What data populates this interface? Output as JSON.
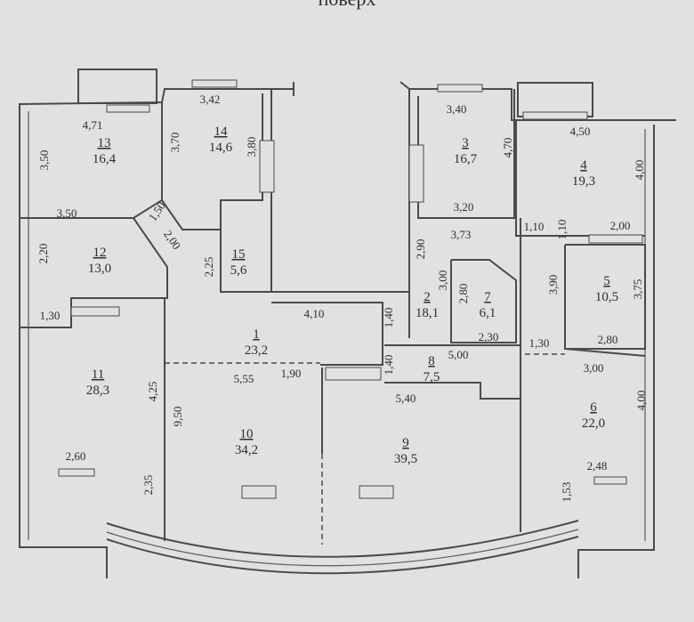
{
  "title": "поверх",
  "rooms": [
    {
      "number": "13",
      "area": "16,4"
    },
    {
      "number": "14",
      "area": "14,6"
    },
    {
      "number": "3",
      "area": "16,7"
    },
    {
      "number": "4",
      "area": "19,3"
    },
    {
      "number": "12",
      "area": "13,0"
    },
    {
      "number": "15",
      "area": "5,6"
    },
    {
      "number": "2",
      "area": "18,1"
    },
    {
      "number": "7",
      "area": "6,1"
    },
    {
      "number": "5",
      "area": "10,5"
    },
    {
      "number": "1",
      "area": "23,2"
    },
    {
      "number": "8",
      "area": "7,5"
    },
    {
      "number": "11",
      "area": "28,3"
    },
    {
      "number": "10",
      "area": "34,2"
    },
    {
      "number": "9",
      "area": "39,5"
    },
    {
      "number": "6",
      "area": "22,0"
    }
  ],
  "dimensions": [
    "4,71",
    "3,42",
    "3,50",
    "3,70",
    "3,80",
    "3,40",
    "4,70",
    "4,50",
    "4,00",
    "3,20",
    "3,50",
    "1,50",
    "2,00",
    "2,25",
    "2,20",
    "1,30",
    "2,90",
    "3,73",
    "1,10",
    "1,10",
    "2,00",
    "3,00",
    "2,80",
    "3,90",
    "3,75",
    "4,10",
    "1,40",
    "2,30",
    "1,30",
    "2,80",
    "5,00",
    "1,40",
    "3,00",
    "5,55",
    "1,90",
    "5,40",
    "4,25",
    "9,50",
    "4,00",
    "2,60",
    "2,48",
    "2,35",
    "1,53"
  ]
}
